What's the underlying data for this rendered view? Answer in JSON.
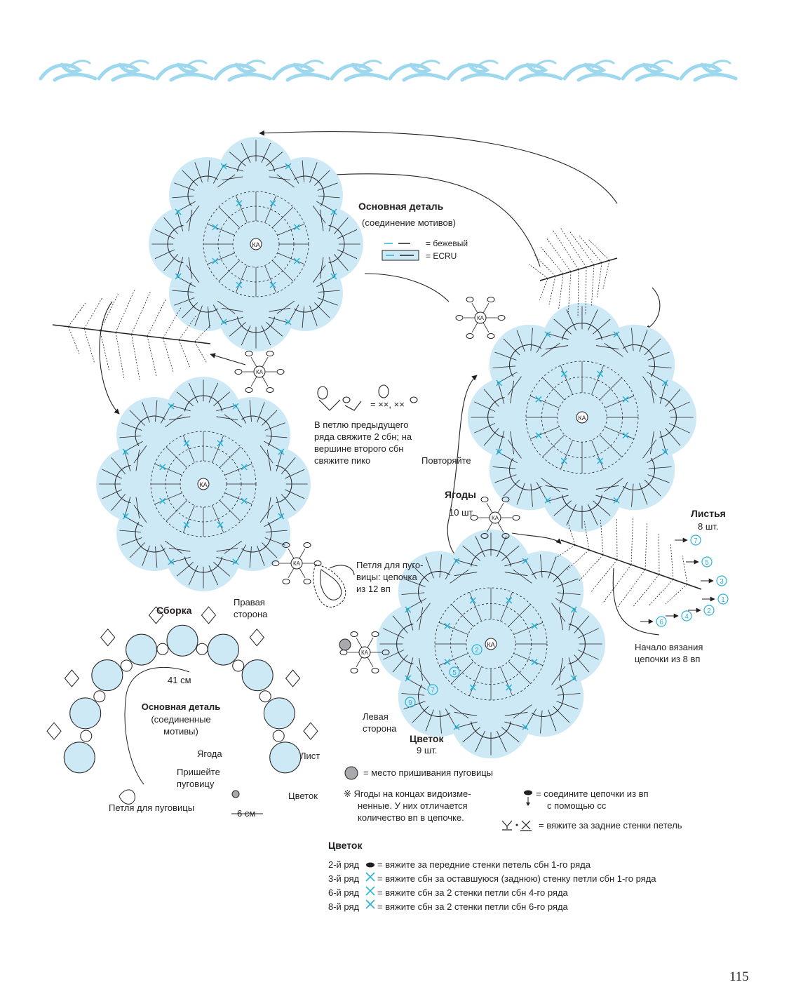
{
  "colors": {
    "accent": "#9ed8ee",
    "flower_fill": "#cde9f6",
    "ink": "#231f20",
    "cross": "#2bb3d8",
    "button": "#a7a9ac"
  },
  "main_part": {
    "title": "Основная деталь",
    "subtitle": "(соединение мотивов)",
    "legend_beige": "= бежевый",
    "legend_ecru": "= ECRU"
  },
  "picot": {
    "formula": "= ××, ××",
    "note": [
      "В петлю предыдущего",
      "ряда свяжите 2 сбн; на",
      "вершине второго сбн",
      "свяжите пико"
    ]
  },
  "repeat_label": "Повторяйте",
  "berries": {
    "title": "Ягоды",
    "count": "10 шт."
  },
  "leaves": {
    "title": "Листья",
    "count": "8 шт."
  },
  "button_loop": [
    "Петля для пуго-",
    "вицы: цепочка",
    "из 12 вп"
  ],
  "right_side": [
    "Правая",
    "сторона"
  ],
  "left_side": [
    "Левая",
    "сторона"
  ],
  "chain_start": [
    "Начало вязания",
    "цепочки из 8 вп"
  ],
  "flower_part": {
    "title": "Цветок",
    "count": "9 шт."
  },
  "center_mark": "КА",
  "row_numbers": [
    "7",
    "5",
    "3",
    "1",
    "2",
    "4",
    "6"
  ],
  "flower_row_numbers": [
    "2",
    "5",
    "7",
    "9"
  ],
  "assembly": {
    "title": "Сборка",
    "width": "41 см",
    "main_title": "Основная деталь",
    "main_sub1": "(соединенные",
    "main_sub2": "мотивы)",
    "berry": "Ягода",
    "leaf": "Лист",
    "sew_button1": "Пришейте",
    "sew_button2": "пуговицу",
    "flower": "Цветок",
    "button_loop": "Петля для пуговицы",
    "size": "6 см"
  },
  "legend": {
    "button_place": "= место пришивания пуговицы",
    "berries_note": [
      "※ Ягоды на концах видоизме-",
      "ненные. У них отличается",
      "количество вп в цепочке."
    ],
    "join_chains": [
      "= соедините цепочки из вп",
      "с помощью сс"
    ],
    "back_loops": "= вяжите за задние стенки петель"
  },
  "flower_legend": {
    "title": "Цветок",
    "rows": [
      {
        "row": "2-й ряд",
        "text": "= вяжите за передние стенки петель сбн 1-го ряда"
      },
      {
        "row": "3-й ряд",
        "text": "= вяжите сбн за оставшуюся (заднюю) стенку петли сбн 1-го ряда"
      },
      {
        "row": "6-й ряд",
        "text": "= вяжите сбн за 2 стенки петли сбн 4-го ряда"
      },
      {
        "row": "8-й ряд",
        "text": "= вяжите сбн за 2 стенки петли сбн 6-го ряда"
      }
    ]
  },
  "page_number": "115"
}
